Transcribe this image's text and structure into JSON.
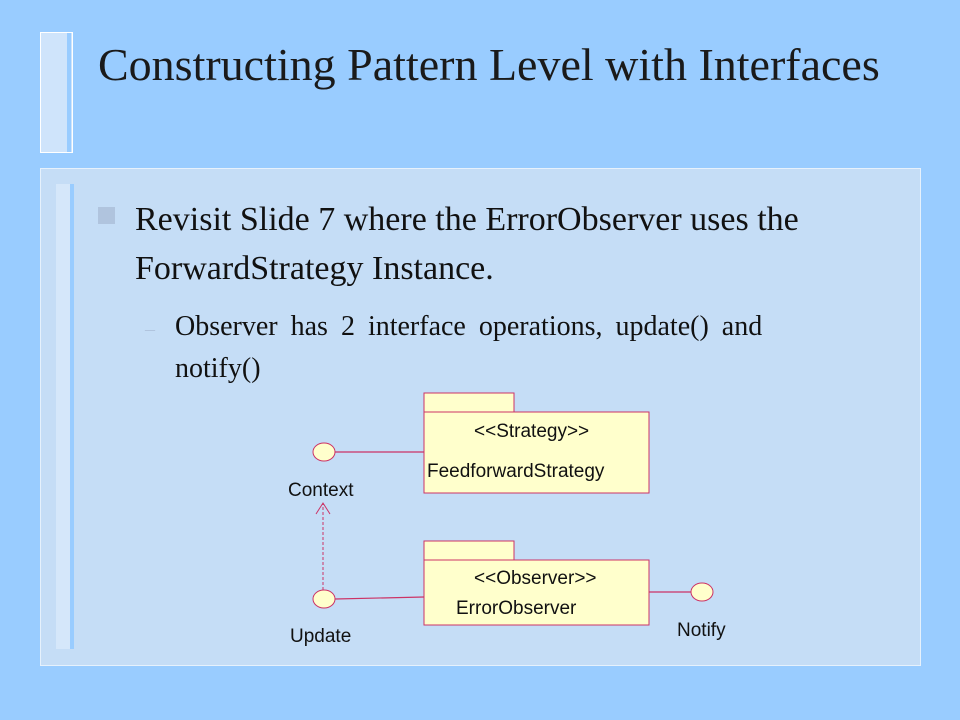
{
  "slide": {
    "title": "Constructing Pattern Level with Interfaces",
    "bullet": "Revisit Slide 7 where the ErrorObserver uses the ForwardStrategy Instance.",
    "sub_bullet": "Observer has 2 interface operations, update() and notify()"
  },
  "diagram": {
    "strategy_stereotype": "<<Strategy>>",
    "strategy_name": "FeedforwardStrategy",
    "observer_stereotype": "<<Observer>>",
    "observer_name": "ErrorObserver",
    "interface_context": "Context",
    "interface_update": "Update",
    "interface_notify": "Notify"
  },
  "colors": {
    "background": "#99ccff",
    "panel": "#c5ddf6",
    "interface_fill": "#ffffcc",
    "connector": "#cc3366"
  }
}
